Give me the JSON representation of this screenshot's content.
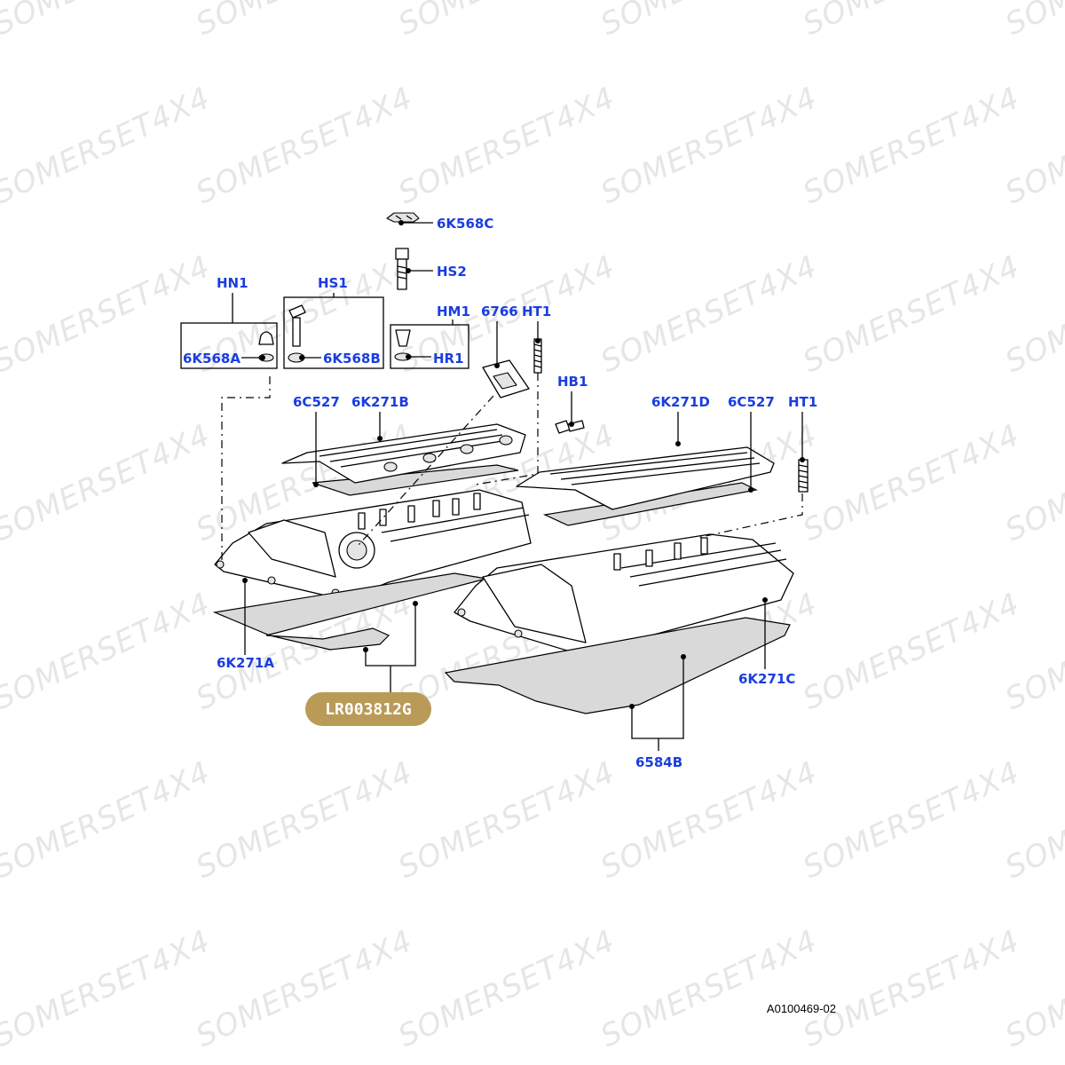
{
  "watermark": {
    "text": "SOMERSET4X4"
  },
  "part_number_badge": {
    "text": "LR003812G",
    "color": "#b99a57"
  },
  "reference_code": "A0100469-02",
  "label_color": "#1a3de0",
  "callouts": {
    "c6K568C": "6K568C",
    "cHS2": "HS2",
    "cHN1": "HN1",
    "cHS1": "HS1",
    "cHM1": "HM1",
    "c6766": "6766",
    "cHT1a": "HT1",
    "c6K568A": "6K568A",
    "c6K568B": "6K568B",
    "cHR1": "HR1",
    "cHB1": "HB1",
    "c6C527a": "6C527",
    "c6K271B": "6K271B",
    "c6K271D": "6K271D",
    "c6C527b": "6C527",
    "cHT1b": "HT1",
    "c6K271A": "6K271A",
    "c6K271C": "6K271C",
    "c6584B": "6584B"
  }
}
